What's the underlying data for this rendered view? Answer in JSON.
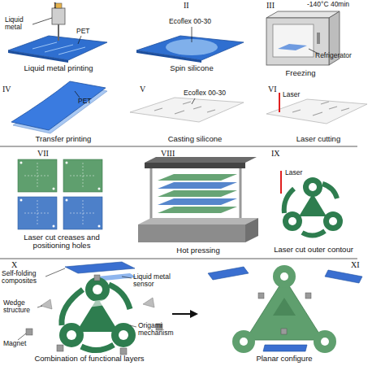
{
  "diagram": {
    "labels": [
      "I",
      "Liquid metal",
      "PET",
      "Liquid metal printing",
      "II",
      "Ecoflex 00-30",
      "Spin silicone",
      "III",
      "-140°C 40min",
      "Refrigerator",
      "Freezing",
      "IV",
      "PET",
      "Transfer printing",
      "V",
      "Ecoflex 00-30",
      "Casting silicone",
      "VI",
      "Laser",
      "Laser cutting",
      "VII",
      "Laser cut creases and positioning holes",
      "VIII",
      "Hot pressing",
      "IX",
      "Laser",
      "Laser cut outer contour",
      "X",
      "Self-folding composites",
      "Liquid metal sensor",
      "Wedge structure",
      "Magnet",
      "Origami mechanism",
      "Combination of functional layers",
      "XI",
      "Planar configure"
    ]
  }
}
